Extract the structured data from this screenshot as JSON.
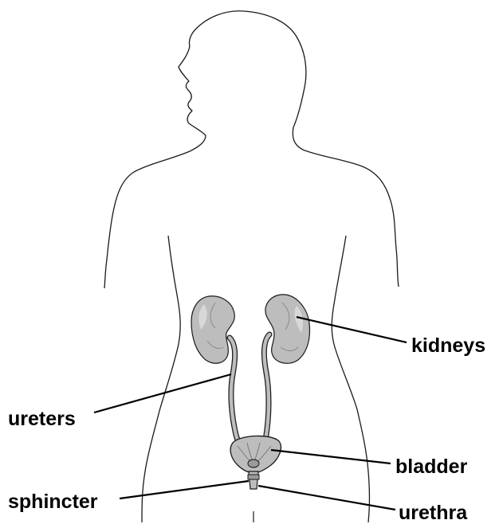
{
  "labels": {
    "kidneys": "kidneys",
    "ureters": "ureters",
    "bladder": "bladder",
    "sphincter": "sphincter",
    "urethra": "urethra"
  },
  "colors": {
    "outline": "#1a1a1a",
    "organ_fill": "#bdbdbd",
    "organ_shade": "#9a9a9a",
    "organ_highlight": "#e4e4e4",
    "label_text": "#000000"
  }
}
